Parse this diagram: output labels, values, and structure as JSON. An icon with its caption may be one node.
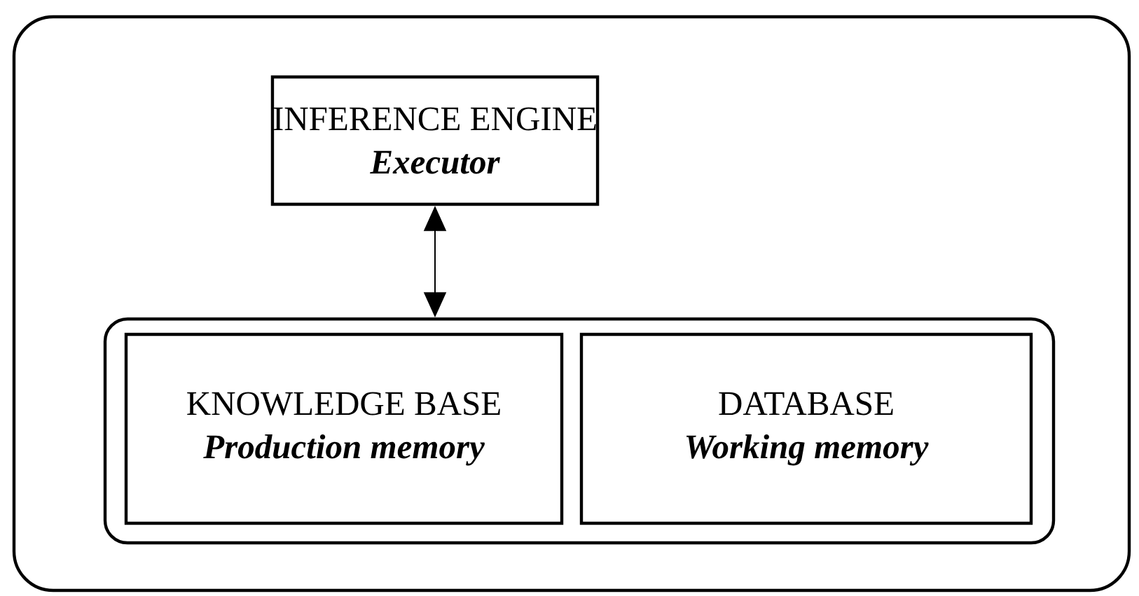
{
  "diagram": {
    "nodes": [
      {
        "text": [],
        "shape": "box"
      },
      {
        "text": [
          "INFERENCE ENGINE",
          "Executor"
        ],
        "in": 0
      },
      {
        "text": [],
        "shape": "box",
        "in": 0
      },
      {
        "text": [
          "KNOWLEDGE BASE",
          "Production memory"
        ],
        "in": 2
      },
      {
        "text": [
          "DATABASE",
          "Working memory"
        ],
        "in": 2
      }
    ],
    "edges": [
      {
        "from": 1,
        "to": 2,
        "arrow": "both"
      }
    ]
  }
}
